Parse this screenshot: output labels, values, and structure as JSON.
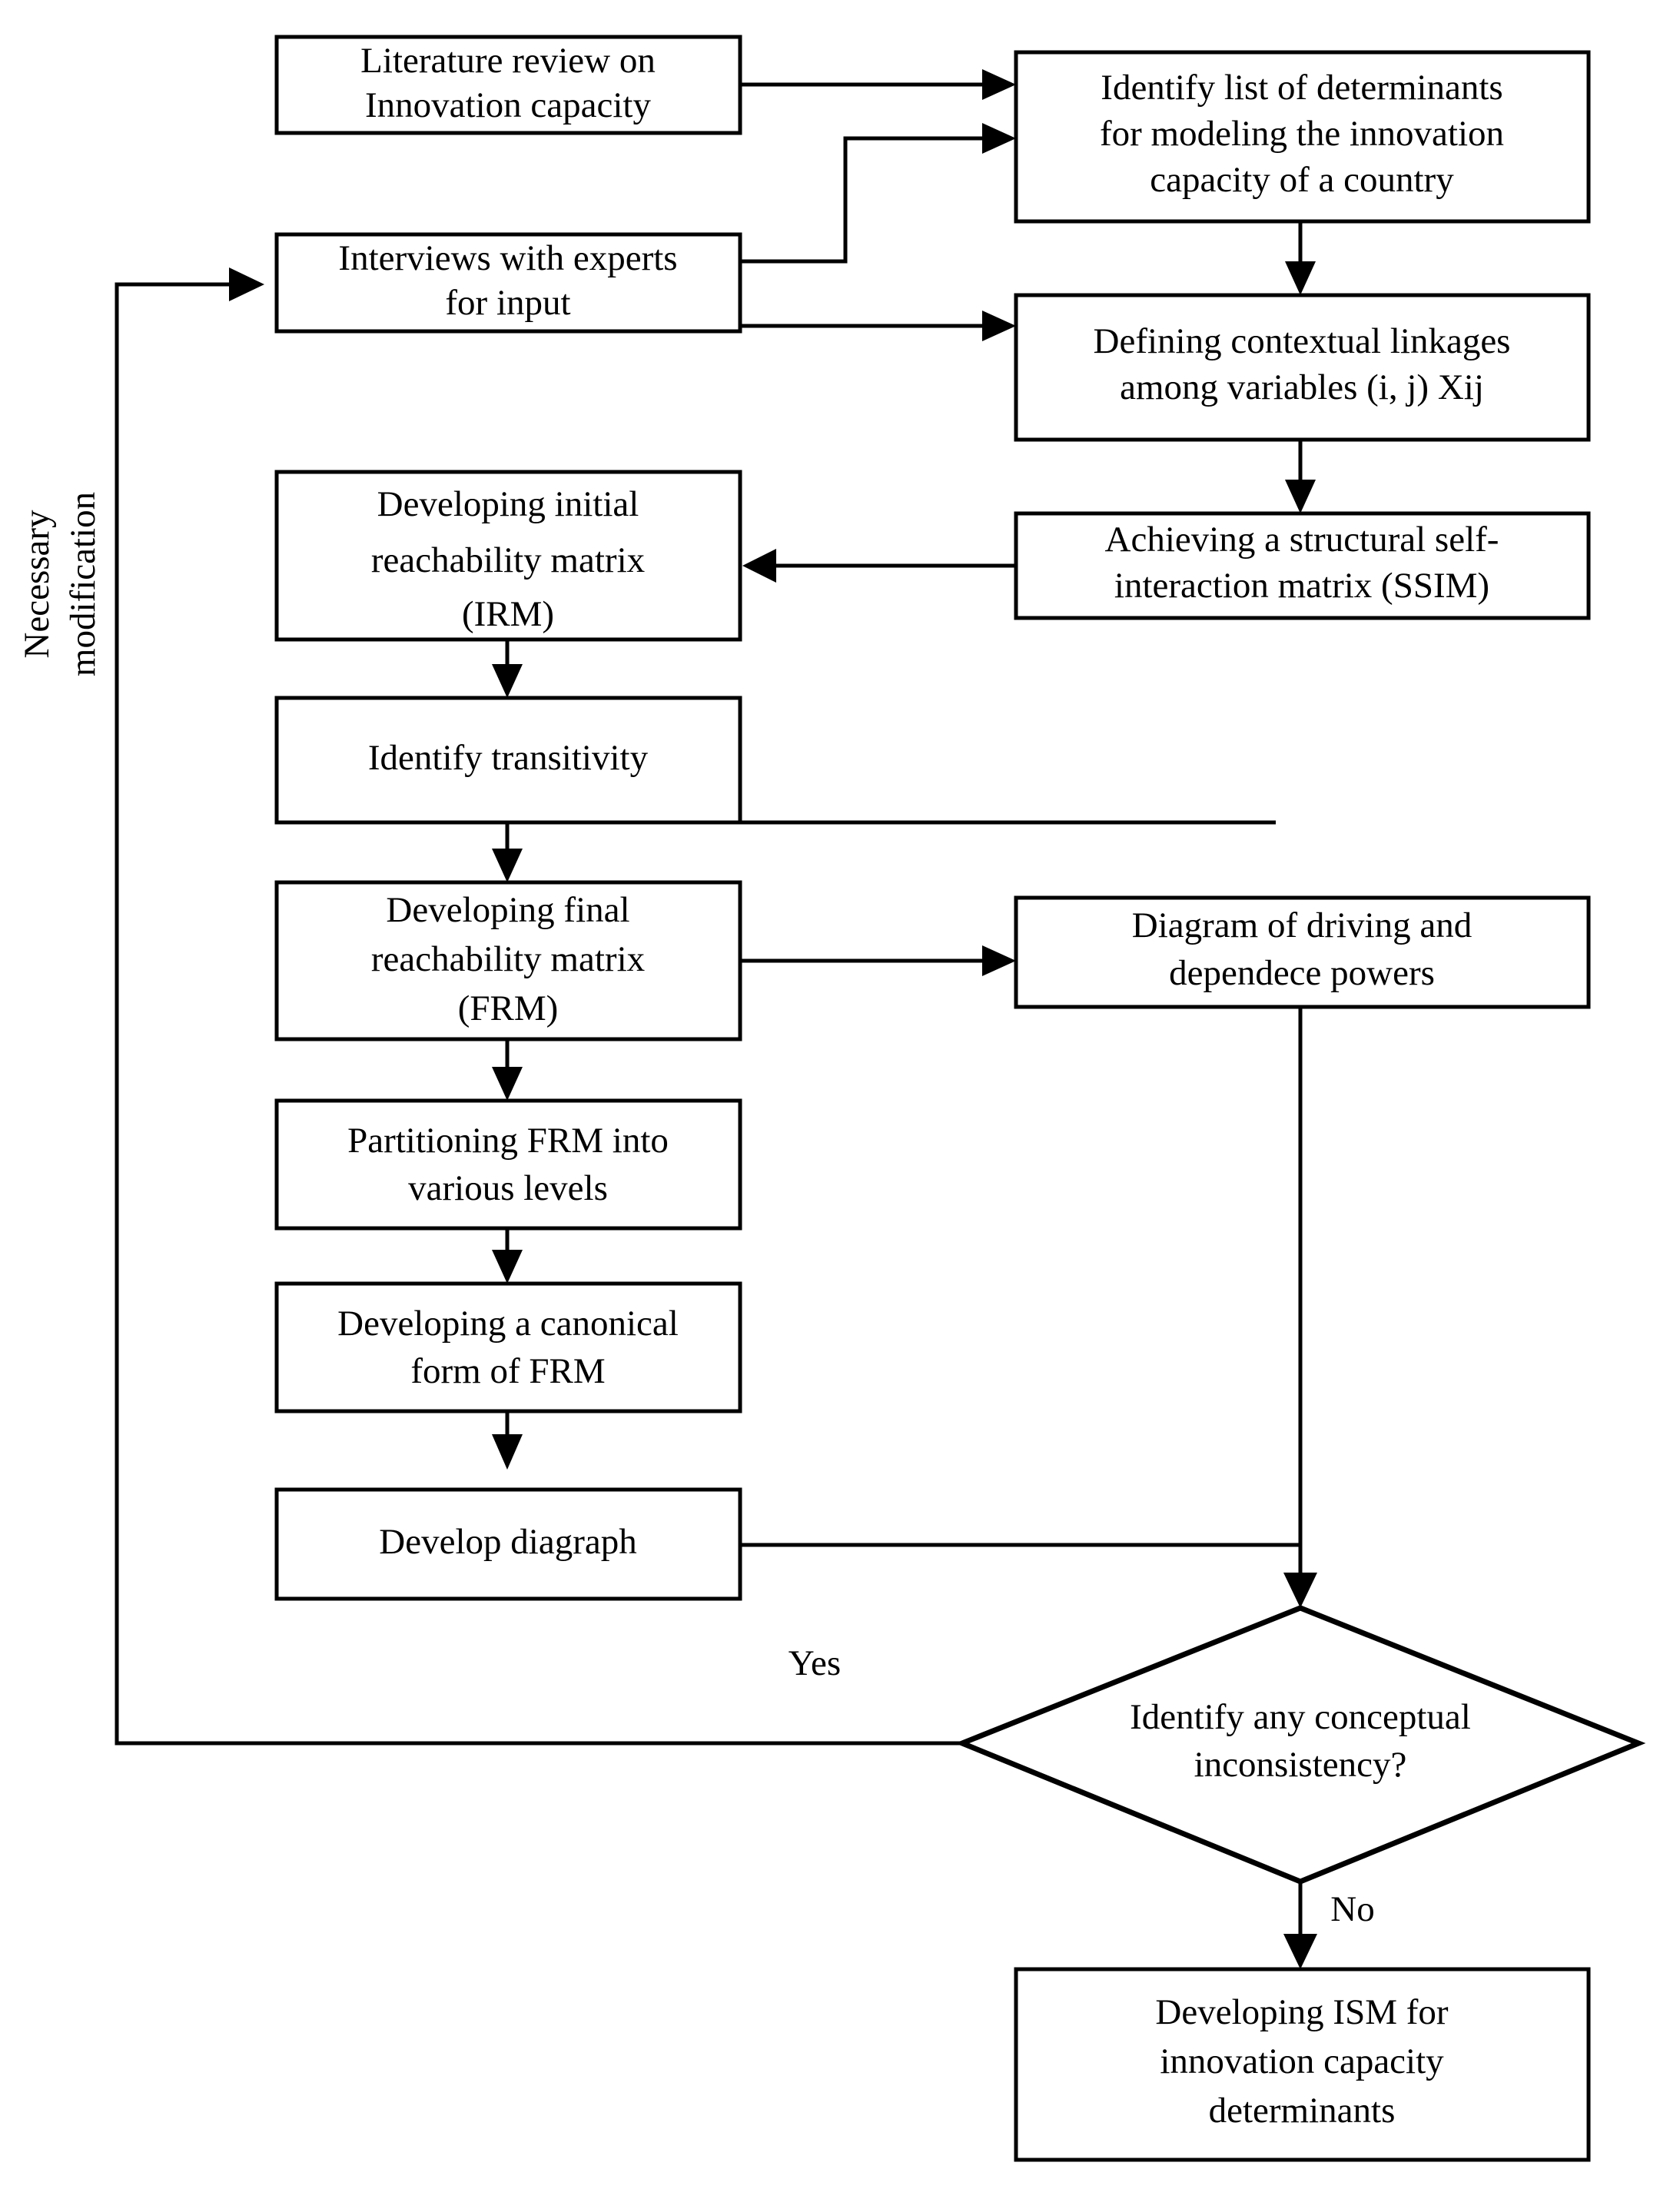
{
  "diagram": {
    "title": "ISM methodology flowchart for innovation capacity determinants",
    "type": "flowchart",
    "background_color": "#ffffff",
    "line_color": "#000000",
    "text_color": "#000000",
    "nodes": [
      {
        "id": "lit-review",
        "shape": "rectangle",
        "lines": [
          "Literature review on",
          "Innovation capacity"
        ]
      },
      {
        "id": "identify-list",
        "shape": "rectangle",
        "lines": [
          "Identify list of determinants",
          "for modeling the innovation",
          "capacity of a country"
        ]
      },
      {
        "id": "interviews",
        "shape": "rectangle",
        "lines": [
          "Interviews with experts",
          "for input"
        ]
      },
      {
        "id": "defining-linkages",
        "shape": "rectangle",
        "lines": [
          "Defining contextual linkages",
          "among variables (i, j) Xij"
        ]
      },
      {
        "id": "ssim",
        "shape": "rectangle",
        "lines": [
          "Achieving a structural self-",
          "interaction matrix (SSIM)"
        ]
      },
      {
        "id": "irm",
        "shape": "rectangle",
        "lines": [
          "Developing initial",
          "reachability matrix",
          "(IRM)"
        ]
      },
      {
        "id": "transitivity",
        "shape": "rectangle",
        "lines": [
          "Identify transitivity"
        ]
      },
      {
        "id": "frm",
        "shape": "rectangle",
        "lines": [
          "Developing final",
          "reachability matrix",
          "(FRM)"
        ]
      },
      {
        "id": "driving-diagram",
        "shape": "rectangle",
        "lines": [
          "Diagram of driving and",
          "dependece powers"
        ]
      },
      {
        "id": "partitioning",
        "shape": "rectangle",
        "lines": [
          "Partitioning FRM into",
          "various levels"
        ]
      },
      {
        "id": "canonical",
        "shape": "rectangle",
        "lines": [
          "Developing a canonical",
          "form of FRM"
        ]
      },
      {
        "id": "digraph",
        "shape": "rectangle",
        "lines": [
          "Develop diagraph"
        ]
      },
      {
        "id": "decision",
        "shape": "diamond",
        "lines": [
          "Identify any conceptual",
          "inconsistency?"
        ]
      },
      {
        "id": "ism",
        "shape": "rectangle",
        "lines": [
          "Developing ISM for",
          "innovation capacity",
          "determinants"
        ]
      }
    ],
    "edge_labels": {
      "yes": "Yes",
      "no": "No",
      "feedback": [
        "Necessary",
        "modification"
      ]
    },
    "edges": [
      {
        "from": "lit-review",
        "to": "identify-list",
        "label": ""
      },
      {
        "from": "interviews",
        "to": "identify-list",
        "label": ""
      },
      {
        "from": "identify-list",
        "to": "defining-linkages",
        "label": ""
      },
      {
        "from": "interviews",
        "to": "defining-linkages",
        "label": ""
      },
      {
        "from": "defining-linkages",
        "to": "ssim",
        "label": ""
      },
      {
        "from": "ssim",
        "to": "irm",
        "label": ""
      },
      {
        "from": "irm",
        "to": "transitivity",
        "label": ""
      },
      {
        "from": "transitivity",
        "to": "frm",
        "label": ""
      },
      {
        "from": "frm",
        "to": "driving-diagram",
        "label": ""
      },
      {
        "from": "frm",
        "to": "partitioning",
        "label": ""
      },
      {
        "from": "partitioning",
        "to": "canonical",
        "label": ""
      },
      {
        "from": "canonical",
        "to": "digraph",
        "label": ""
      },
      {
        "from": "digraph",
        "to": "decision",
        "label": ""
      },
      {
        "from": "driving-diagram",
        "to": "decision",
        "label": ""
      },
      {
        "from": "decision",
        "to": "interviews",
        "label": "Yes"
      },
      {
        "from": "decision",
        "to": "ism",
        "label": "No"
      }
    ]
  }
}
